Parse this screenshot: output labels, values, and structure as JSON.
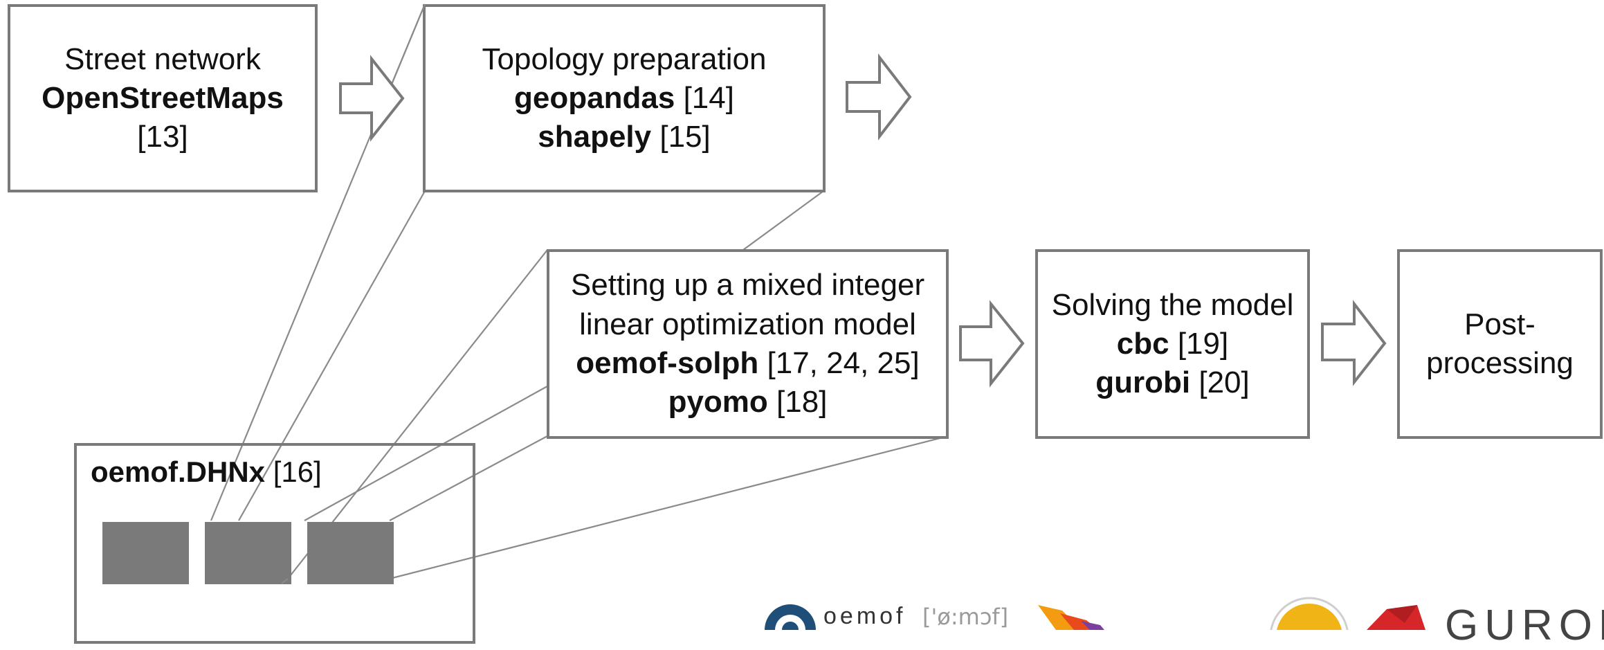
{
  "steps": [
    {
      "id": "street",
      "lines": [
        {
          "text": "Street network",
          "bold": false
        },
        {
          "text": "OpenStreetMaps",
          "bold": true
        },
        {
          "text": "[13]",
          "bold": false
        }
      ]
    },
    {
      "id": "topology",
      "lines": [
        {
          "text": "Topology preparation",
          "bold": false
        },
        {
          "lib": "geopandas",
          "ref": "[14]"
        },
        {
          "lib": "shapely",
          "ref": "[15]"
        }
      ]
    },
    {
      "id": "milp",
      "lines": [
        {
          "text": "Setting up a mixed integer",
          "bold": false
        },
        {
          "text": "linear optimization model",
          "bold": false
        },
        {
          "lib": "oemof-solph",
          "ref": "[17, 24, 25]"
        },
        {
          "lib": "pyomo",
          "ref": "[18]"
        }
      ]
    },
    {
      "id": "solve",
      "lines": [
        {
          "text": "Solving the model",
          "bold": false
        },
        {
          "lib": "cbc",
          "ref": "[19]"
        },
        {
          "lib": "gurobi",
          "ref": "[20]"
        }
      ]
    },
    {
      "id": "post",
      "lines": [
        {
          "text": "Post-",
          "bold": false
        },
        {
          "text": "processing",
          "bold": false
        }
      ]
    }
  ],
  "library": {
    "name": "oemof.DHNx",
    "ref": "[16]"
  },
  "logos": {
    "oemof_name": "oemof",
    "oemof_phonetic": "['ø:mɔf]",
    "gurobi_partial": "GUROB"
  },
  "colors": {
    "border": "#7a7a7a",
    "module_fill": "#7a7a7a",
    "connector": "#8a8a8a"
  }
}
